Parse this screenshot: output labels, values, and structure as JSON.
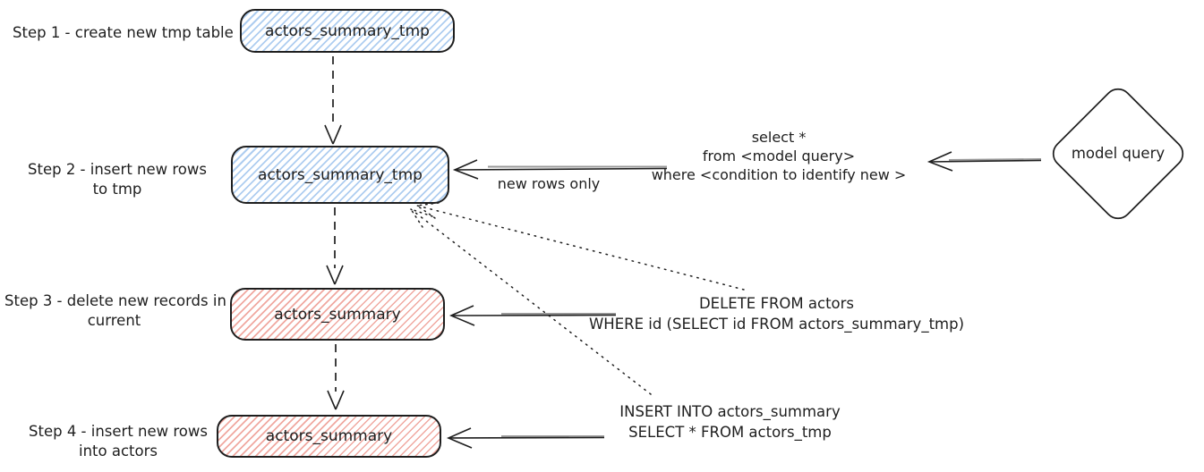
{
  "colors": {
    "stroke": "#1e1e1e",
    "blue_node_fill": "#aecdf0",
    "pink_node_fill": "#f0a8a0",
    "background": "#ffffff"
  },
  "steps": [
    {
      "label_lines": [
        "Step 1 - create new tmp table"
      ],
      "node_label": "actors_summary_tmp",
      "node_color": "blue"
    },
    {
      "label_lines": [
        "Step 2 - insert new rows",
        "to tmp"
      ],
      "node_label": "actors_summary_tmp",
      "node_color": "blue"
    },
    {
      "label_lines": [
        "Step 3 - delete new records in",
        "current"
      ],
      "node_label": "actors_summary",
      "node_color": "pink"
    },
    {
      "label_lines": [
        "Step 4 - insert new rows",
        "into actors"
      ],
      "node_label": "actors_summary",
      "node_color": "pink"
    }
  ],
  "annotations": {
    "new_rows_only": "new rows only",
    "select_query_lines": [
      "select *",
      "from <model query>",
      "where <condition to identify new >"
    ],
    "delete_query_lines": [
      "DELETE FROM actors",
      "WHERE id (SELECT id FROM actors_summary_tmp)"
    ],
    "insert_query_lines": [
      "INSERT INTO actors_summary",
      "SELECT * FROM actors_tmp"
    ]
  },
  "model_query_node": {
    "label": "model query"
  }
}
